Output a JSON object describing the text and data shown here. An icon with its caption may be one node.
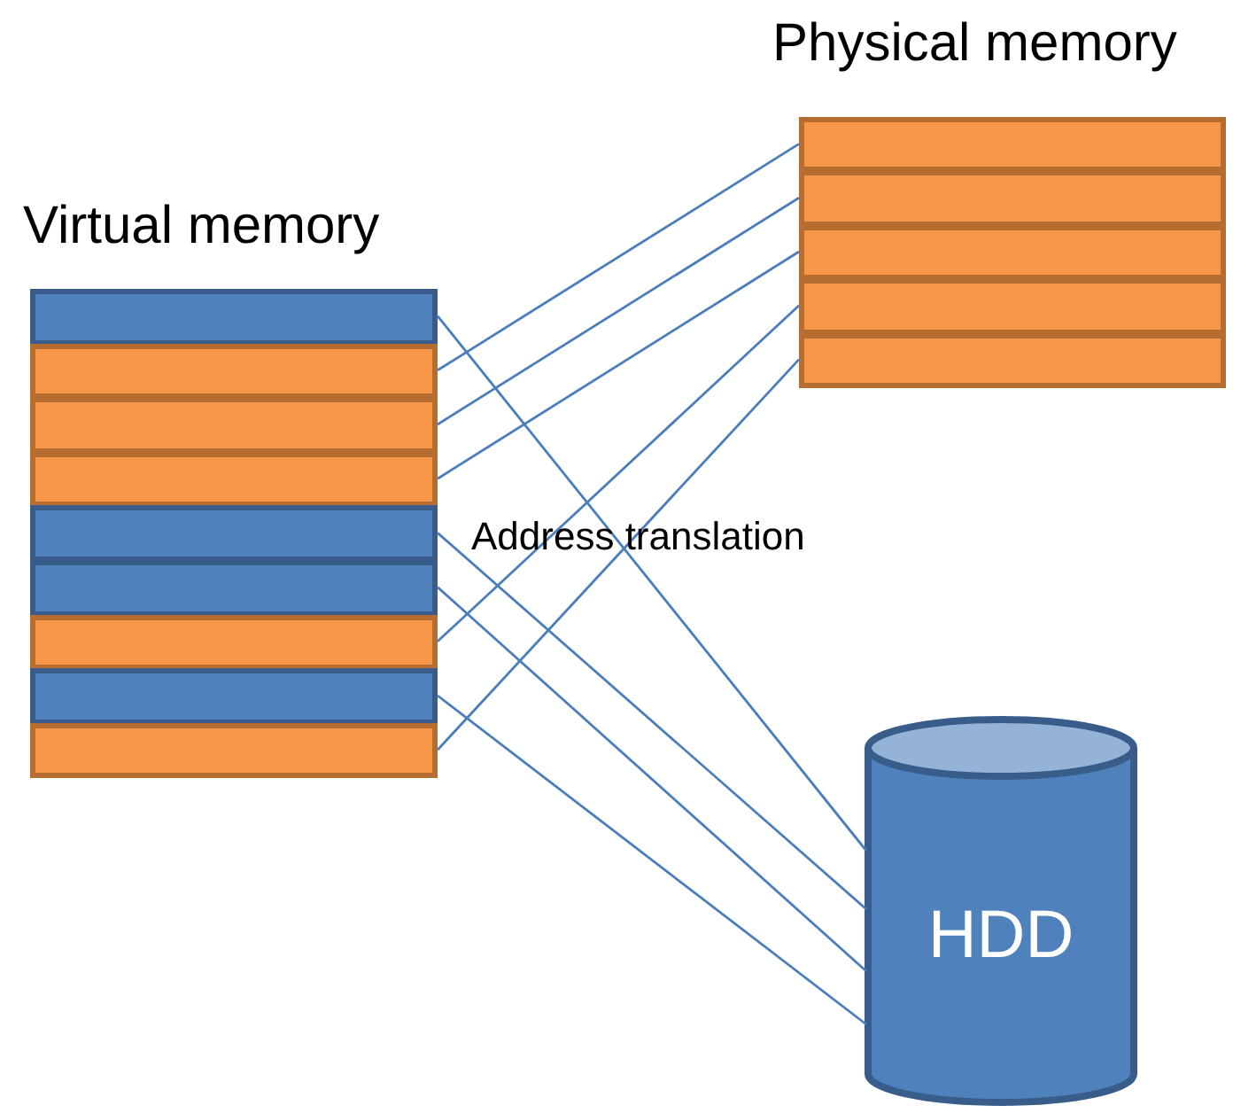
{
  "diagram": {
    "nodes": [
      {
        "text": [
          "Virtual memory"
        ]
      },
      {
        "text": [],
        "shape": "bar",
        "in": 0
      },
      {
        "text": [],
        "shape": "bar",
        "in": 0
      },
      {
        "text": [],
        "shape": "bar",
        "in": 0
      },
      {
        "text": [],
        "shape": "bar",
        "in": 0
      },
      {
        "text": [],
        "shape": "bar",
        "in": 0
      },
      {
        "text": [],
        "shape": "bar",
        "in": 0
      },
      {
        "text": [],
        "shape": "bar",
        "in": 0
      },
      {
        "text": [],
        "shape": "bar",
        "in": 0
      },
      {
        "text": [],
        "shape": "bar",
        "in": 0
      },
      {
        "text": [
          "Physical memory"
        ]
      },
      {
        "text": [],
        "shape": "bar",
        "in": 10
      },
      {
        "text": [],
        "shape": "bar",
        "in": 10
      },
      {
        "text": [],
        "shape": "bar",
        "in": 10
      },
      {
        "text": [],
        "shape": "bar",
        "in": 10
      },
      {
        "text": [],
        "shape": "bar",
        "in": 10
      },
      {
        "text": [
          "HDD"
        ]
      }
    ],
    "edges": [
      {
        "from": 2,
        "to": 11,
        "arrow": "none"
      },
      {
        "from": 3,
        "to": 12,
        "arrow": "none"
      },
      {
        "from": 4,
        "to": 13,
        "arrow": "none"
      },
      {
        "from": 7,
        "to": 14,
        "arrow": "none"
      },
      {
        "from": 9,
        "to": 15,
        "arrow": "none"
      },
      {
        "from": 1,
        "to": 16,
        "arrow": "none"
      },
      {
        "from": 5,
        "to": 16,
        "arrow": "none"
      },
      {
        "from": 6,
        "to": 16,
        "arrow": "none"
      },
      {
        "from": 8,
        "to": 16,
        "arrow": "none"
      }
    ],
    "labels": [
      "Address translation"
    ]
  }
}
